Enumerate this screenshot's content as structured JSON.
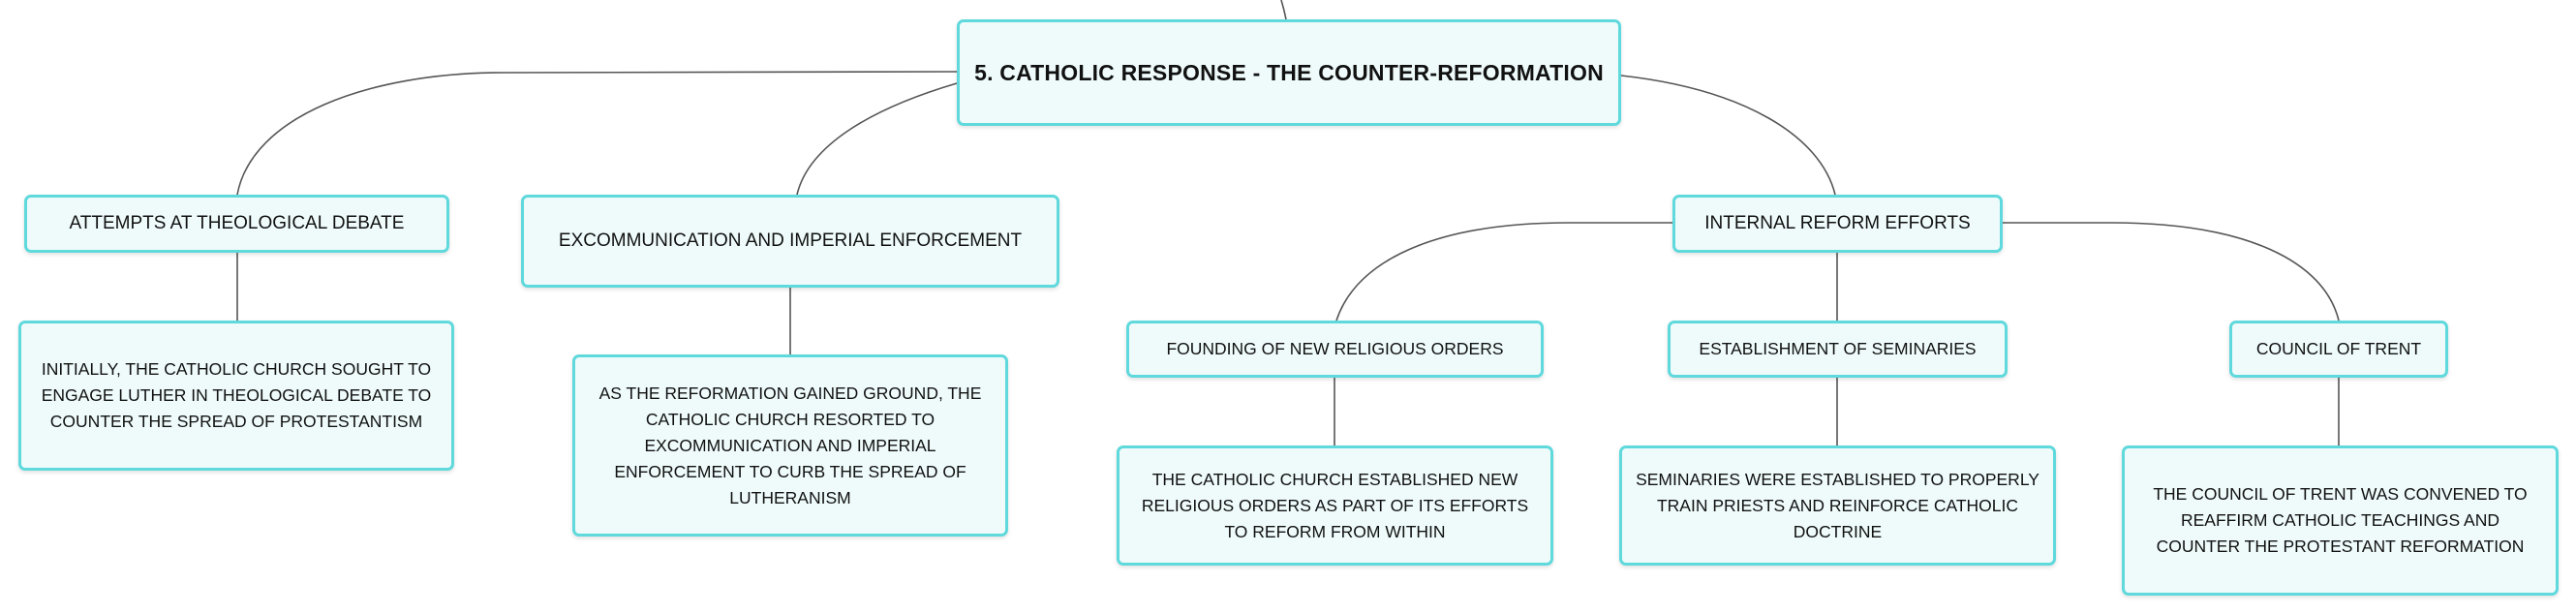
{
  "root": {
    "label": "5. Catholic Response - The Counter-Reformation"
  },
  "branches": [
    {
      "label": "Attempts at Theological Debate",
      "detail": "Initially, the Catholic Church sought to engage Luther in theological debate to counter the spread of Protestantism"
    },
    {
      "label": "Excommunication and Imperial Enforcement",
      "detail": "As the Reformation gained ground, the Catholic Church resorted to excommunication and imperial enforcement to curb the spread of Lutheranism"
    },
    {
      "label": "Internal Reform Efforts",
      "children": [
        {
          "label": "Founding of New Religious Orders",
          "detail": "The Catholic Church established new religious orders as part of its efforts to reform from within"
        },
        {
          "label": "Establishment of Seminaries",
          "detail": "Seminaries were established to properly train priests and reinforce Catholic doctrine"
        },
        {
          "label": "Council of Trent",
          "detail": "The Council of Trent was convened to reaffirm Catholic teachings and counter the Protestant Reformation"
        }
      ]
    }
  ],
  "colors": {
    "node_border": "#5fd9dc",
    "node_fill": "#effbfb",
    "connector": "#555555"
  }
}
